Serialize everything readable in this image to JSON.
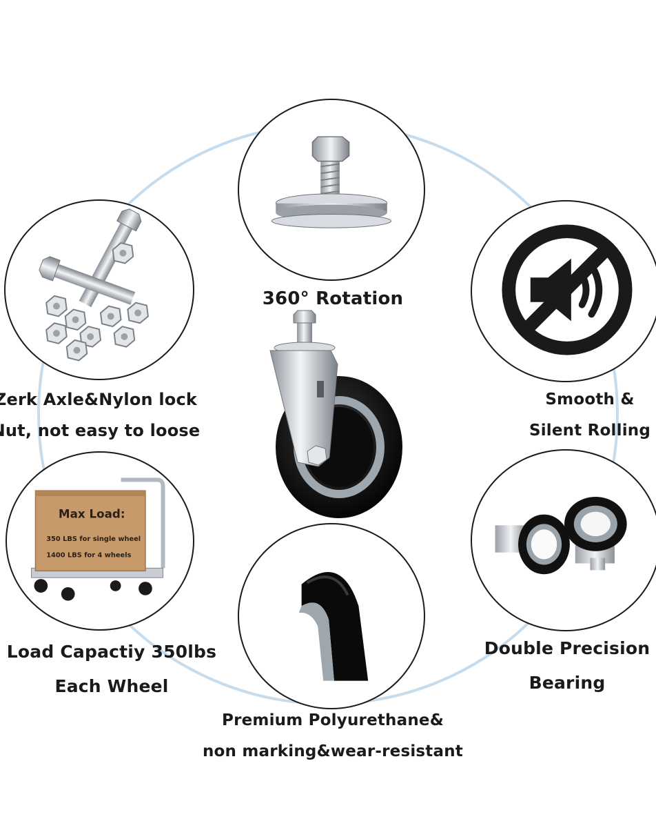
{
  "features": {
    "rotation": {
      "label": "360° Rotation"
    },
    "zerk": {
      "line1": "Zerk Axle&Nylon lock",
      "line2": "Nut, not easy to loose"
    },
    "smooth": {
      "line1": "Smooth &",
      "line2": "Silent Rolling"
    },
    "load": {
      "line1": "Load Capactiy 350lbs",
      "line2": "Each Wheel",
      "box_title": "Max Load:",
      "box_line1": "350 LBS for single wheel",
      "box_line2": "1400 LBS for 4 wheels"
    },
    "bearing": {
      "line1": "Double Precision",
      "line2": "Bearing"
    },
    "polyurethane": {
      "line1": "Premium Polyurethane&",
      "line2": "non marking&wear-resistant"
    }
  },
  "icons": {
    "center": "caster-wheel-icon",
    "rotation": "threaded-stem-icon",
    "zerk": "bolts-and-nuts-icon",
    "smooth": "muted-speaker-icon",
    "load": "hand-truck-box-icon",
    "bearing": "precision-bearing-icon",
    "polyurethane": "polyurethane-tread-icon"
  },
  "colors": {
    "ring": "#bcd6ea",
    "text": "#1a1a1a",
    "wheel": "#111111",
    "metal": "#c8ccd1",
    "cardboard": "#c79a6b"
  }
}
